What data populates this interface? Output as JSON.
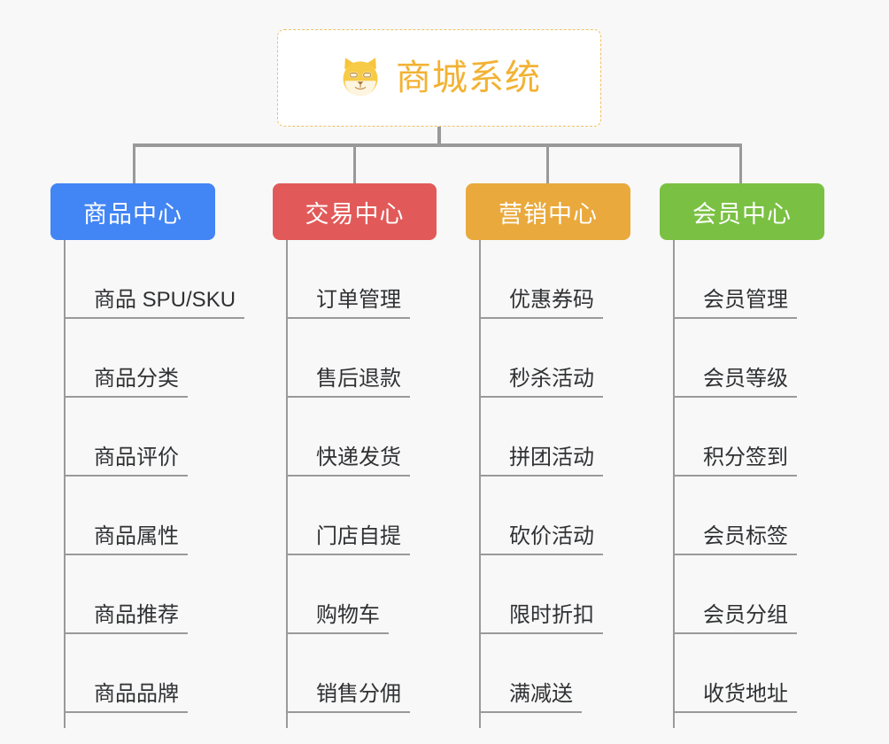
{
  "diagram": {
    "title": "商城系统",
    "root_icon": "shiba-inu-icon",
    "background_color": "#f8f8f8",
    "connector_color": "#999999",
    "root_border_color": "#f0c060",
    "root_text_color": "#f2b233",
    "categories": [
      {
        "label": "商品中心",
        "color": "#4285f4",
        "items": [
          "商品 SPU/SKU",
          "商品分类",
          "商品评价",
          "商品属性",
          "商品推荐",
          "商品品牌"
        ]
      },
      {
        "label": "交易中心",
        "color": "#e15a59",
        "items": [
          "订单管理",
          "售后退款",
          "快递发货",
          "门店自提",
          "购物车",
          "销售分佣"
        ]
      },
      {
        "label": "营销中心",
        "color": "#eaa93c",
        "items": [
          "优惠券码",
          "秒杀活动",
          "拼团活动",
          "砍价活动",
          "限时折扣",
          "满减送"
        ]
      },
      {
        "label": "会员中心",
        "color": "#7ac143",
        "items": [
          "会员管理",
          "会员等级",
          "积分签到",
          "会员标签",
          "会员分组",
          "收货地址"
        ]
      }
    ]
  }
}
